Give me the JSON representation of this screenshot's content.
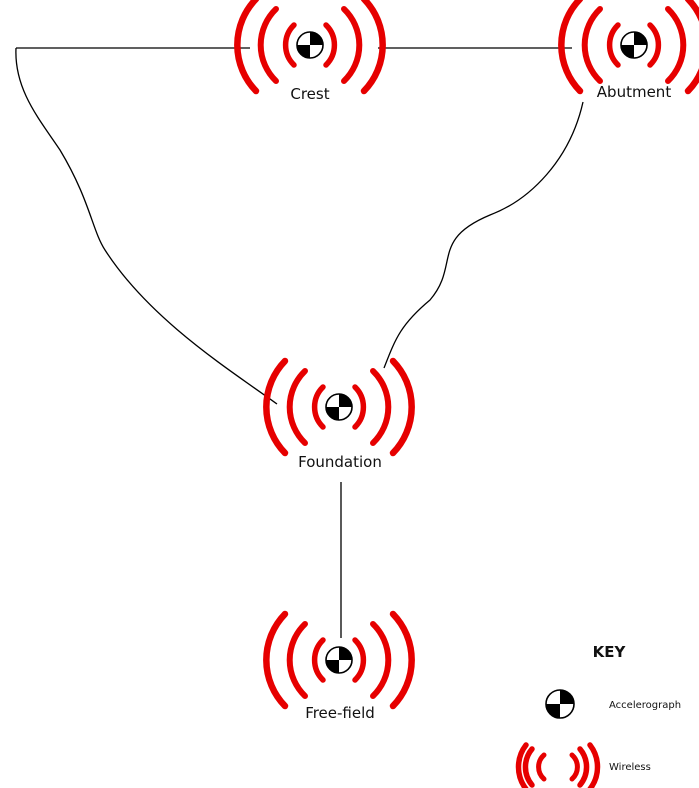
{
  "nodes": {
    "crest": "Crest",
    "abutment": "Abutment",
    "foundation": "Foundation",
    "free_field": "Free-field"
  },
  "key": {
    "title": "KEY",
    "accelerograph": "Accelerograph",
    "wireless": "Wireless"
  },
  "colors": {
    "wireless": "#e60000",
    "accelerograph": "#000000",
    "connection": "#000000"
  },
  "icons": {
    "sensor": "accelerograph-icon",
    "signal": "wireless-icon"
  }
}
